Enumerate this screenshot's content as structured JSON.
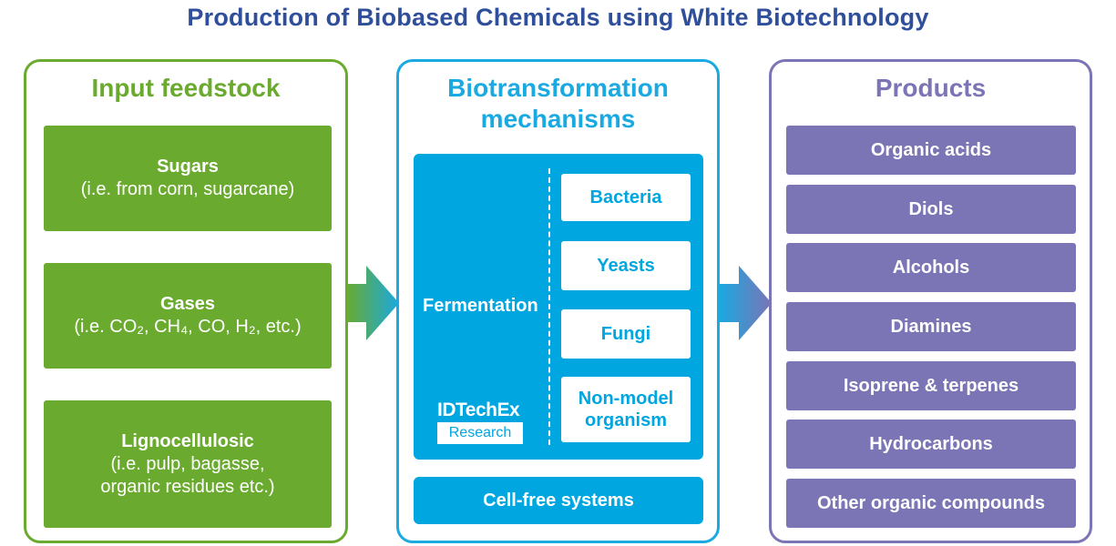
{
  "title": "Production of Biobased Chemicals using White Biotechnology",
  "colors": {
    "input": "#6aaa2f",
    "biotransformation": "#00a6e0",
    "products": "#7b74b5",
    "title": "#2f4f9a"
  },
  "input": {
    "title": "Input feedstock",
    "items": [
      {
        "name": "Sugars",
        "detail": [
          "(i.e. from corn, sugarcane)"
        ]
      },
      {
        "name": "Gases",
        "detail": [
          "(i.e. CO₂, CH₄, CO, H₂, etc.)"
        ]
      },
      {
        "name": "Lignocellulosic",
        "detail": [
          "(i.e. pulp, bagasse,",
          "organic residues etc.)"
        ]
      }
    ]
  },
  "biotransformation": {
    "title_lines": [
      "Biotransformation",
      "mechanisms"
    ],
    "fermentation_label": "Fermentation",
    "organisms": [
      {
        "lines": [
          "Bacteria"
        ]
      },
      {
        "lines": [
          "Yeasts"
        ]
      },
      {
        "lines": [
          "Fungi"
        ]
      },
      {
        "lines": [
          "Non-model",
          "organism"
        ]
      }
    ],
    "cell_free": "Cell-free systems",
    "logo": {
      "top": "IDTechEx",
      "bottom": "Research"
    }
  },
  "products": {
    "title": "Products",
    "items": [
      "Organic acids",
      "Diols",
      "Alcohols",
      "Diamines",
      "Isoprene & terpenes",
      "Hydrocarbons",
      "Other organic compounds"
    ]
  }
}
